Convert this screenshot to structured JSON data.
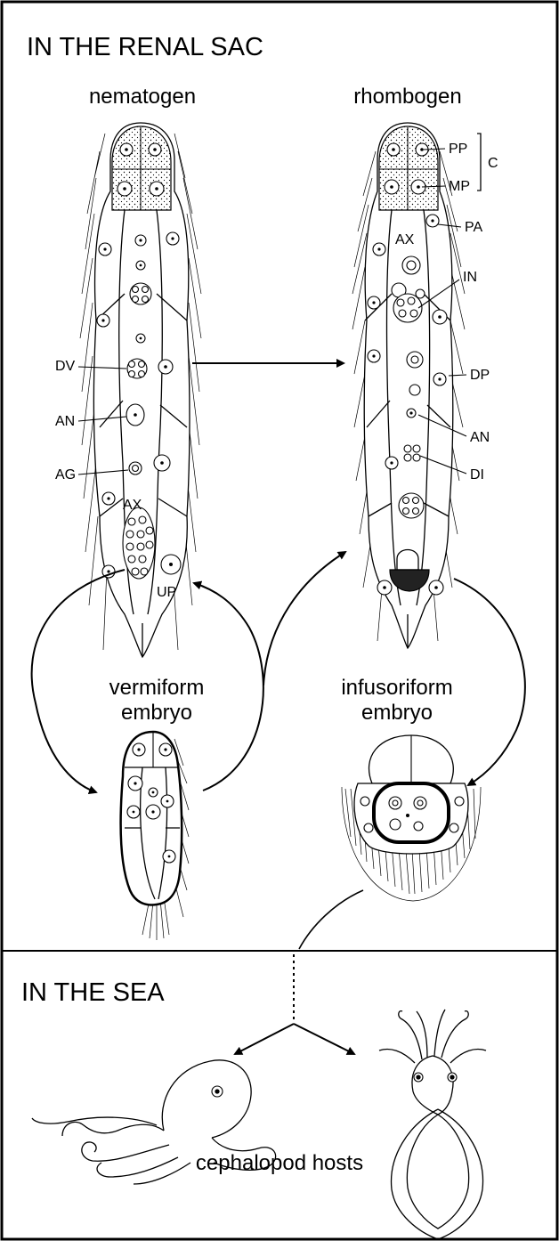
{
  "sections": {
    "top_heading": "IN THE RENAL SAC",
    "bottom_heading": "IN THE SEA"
  },
  "forms": {
    "nematogen": "nematogen",
    "rhombogen": "rhombogen",
    "vermiform_line1": "vermiform",
    "vermiform_line2": "embryo",
    "infusoriform_line1": "infusoriform",
    "infusoriform_line2": "embryo",
    "hosts": "cephalopod hosts"
  },
  "labels": {
    "nematogen": {
      "dv": "DV",
      "an": "AN",
      "ag": "AG",
      "ax": "AX",
      "up": "UP"
    },
    "rhombogen": {
      "pp": "PP",
      "mp": "MP",
      "c": "C",
      "pa": "PA",
      "ax": "AX",
      "in": "IN",
      "dp": "DP",
      "an": "AN",
      "di": "DI"
    }
  }
}
